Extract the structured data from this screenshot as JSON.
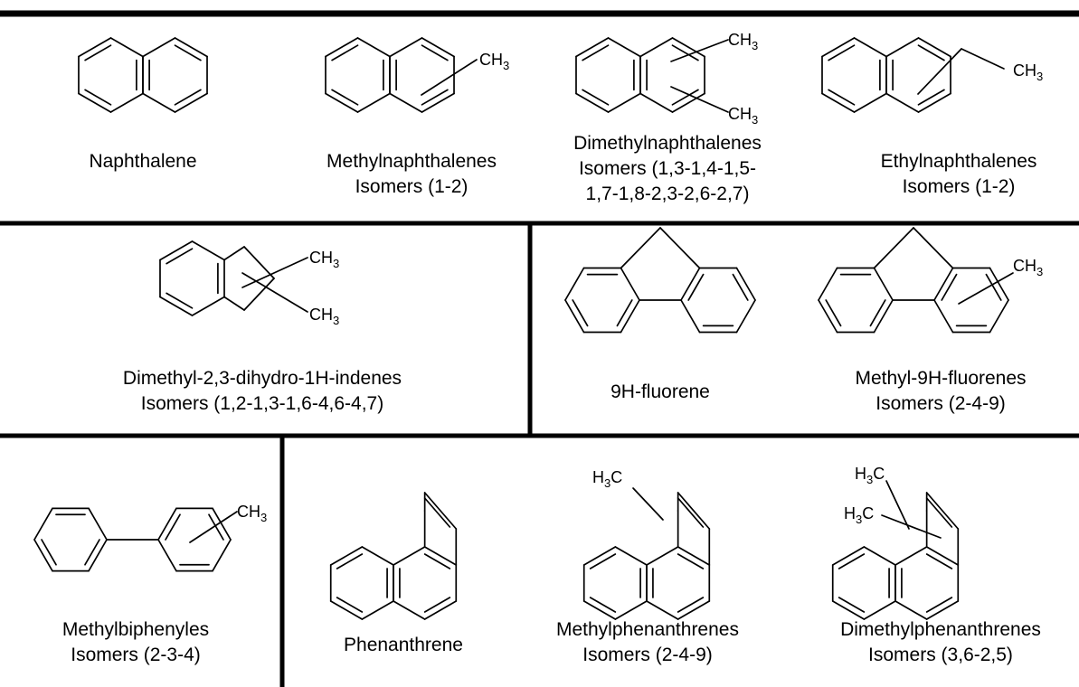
{
  "rows": [
    {
      "cells": [
        {
          "id": "naphthalene",
          "lines": [
            "Naphthalene"
          ]
        },
        {
          "id": "methylnaphthalenes",
          "lines": [
            "Methylnaphthalenes",
            "Isomers (1-2)"
          ]
        },
        {
          "id": "dimethylnaphthalenes",
          "lines": [
            "Dimethylnaphthalenes",
            "Isomers (1,3-1,4-1,5-",
            "1,7-1,8-2,3-2,6-2,7)"
          ]
        },
        {
          "id": "ethylnaphthalenes",
          "lines": [
            "Ethylnaphthalenes",
            "Isomers (1-2)"
          ]
        }
      ]
    },
    {
      "cells": [
        {
          "id": "dimethyl-dihydroindenes",
          "lines": [
            "Dimethyl-2,3-dihydro-1H-indenes",
            "Isomers (1,2-1,3-1,6-4,6-4,7)"
          ]
        },
        {
          "id": "fluorene",
          "lines": [
            "9H-fluorene"
          ]
        },
        {
          "id": "methylfluorenes",
          "lines": [
            "Methyl-9H-fluorenes",
            "Isomers (2-4-9)"
          ]
        }
      ]
    },
    {
      "cells": [
        {
          "id": "methylbiphenyles",
          "lines": [
            "Methylbiphenyles",
            "Isomers (2-3-4)"
          ]
        },
        {
          "id": "phenanthrene",
          "lines": [
            "Phenanthrene"
          ]
        },
        {
          "id": "methylphenanthrenes",
          "lines": [
            "Methylphenanthrenes",
            "Isomers (2-4-9)"
          ]
        },
        {
          "id": "dimethylphenanthrenes",
          "lines": [
            "Dimethylphenanthrenes",
            "Isomers (3,6-2,5)"
          ]
        }
      ]
    }
  ],
  "substituents": {
    "ch3": {
      "main": "CH",
      "sub": "3"
    },
    "h3c": {
      "pre": "H",
      "sub": "3",
      "post": "C"
    }
  }
}
